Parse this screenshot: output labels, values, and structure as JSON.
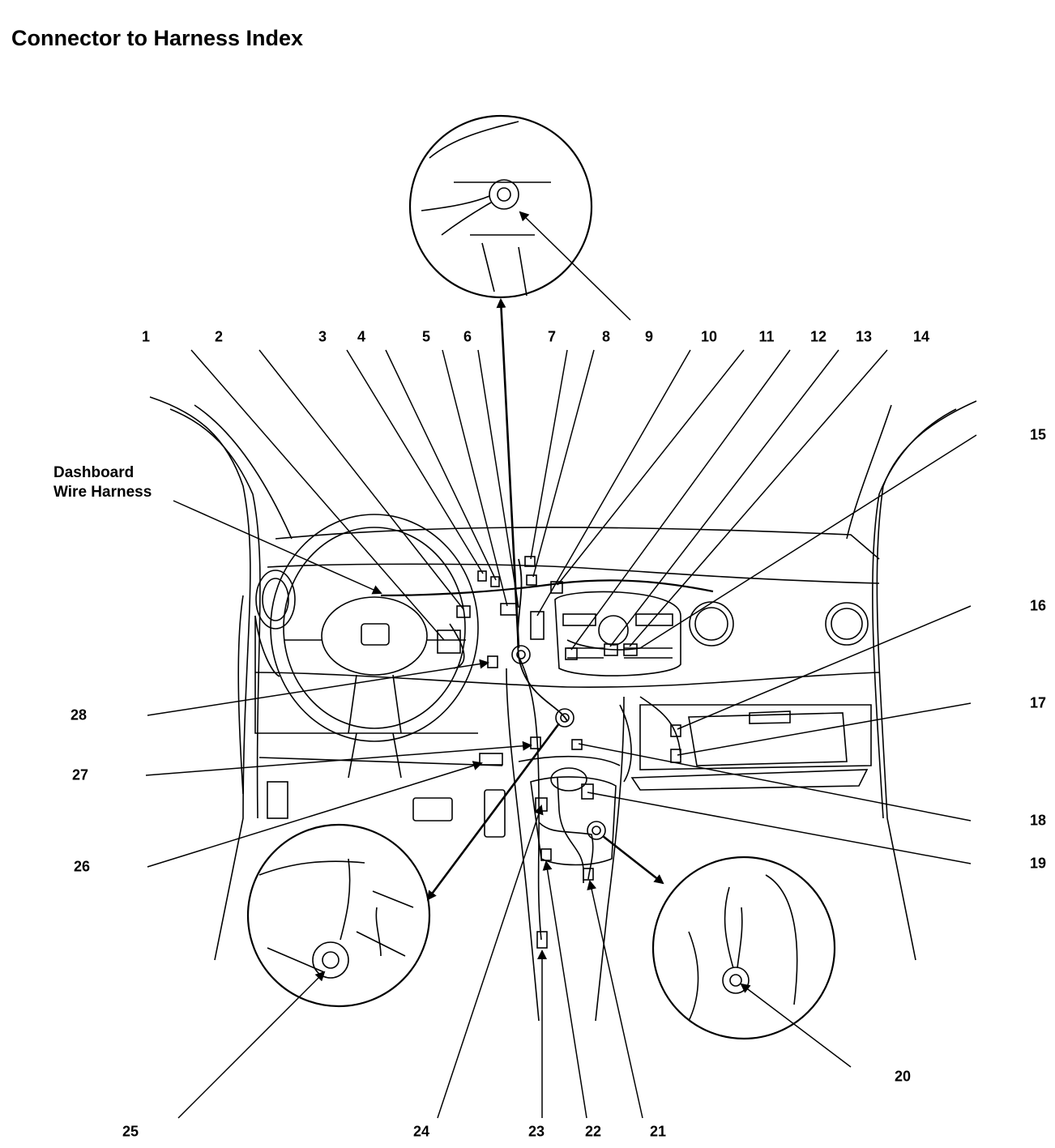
{
  "title": "Connector to Harness Index",
  "harness_label_line1": "Dashboard",
  "harness_label_line2": "Wire Harness",
  "callouts": [
    "1",
    "2",
    "3",
    "4",
    "5",
    "6",
    "7",
    "8",
    "9",
    "10",
    "11",
    "12",
    "13",
    "14",
    "15",
    "16",
    "17",
    "18",
    "19",
    "20",
    "21",
    "22",
    "23",
    "24",
    "25",
    "26",
    "27",
    "28"
  ],
  "colors": {
    "ink": "#000000",
    "background": "#ffffff"
  }
}
